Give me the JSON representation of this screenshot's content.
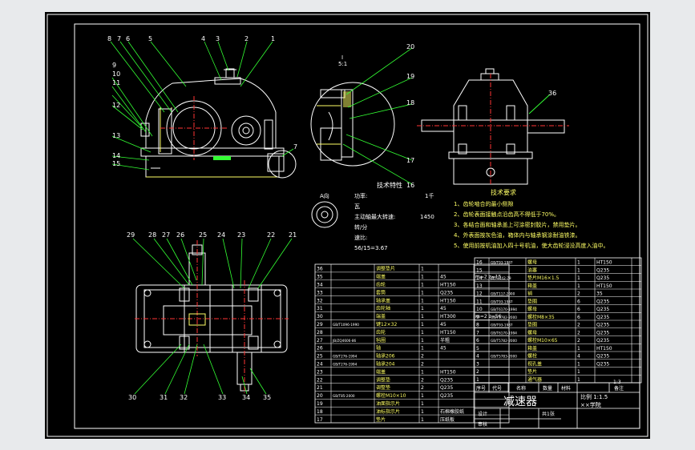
{
  "colors": {
    "sheet": "#000000",
    "border": "#ffffff",
    "leader": "#33ff33",
    "outline": "#ffffff",
    "accent": "#ffff66",
    "matte": "#e8eaec"
  },
  "front_callouts_top": [
    "8",
    "7",
    "6",
    "5",
    "4",
    "3",
    "2",
    "1"
  ],
  "front_callouts_left": [
    "9",
    "10",
    "11",
    "12",
    "13",
    "14",
    "15"
  ],
  "front_callout_right": "7",
  "plan_callouts_top": [
    "29",
    "28",
    "27",
    "26",
    "25",
    "24",
    "23",
    "22",
    "21"
  ],
  "plan_callouts_bottom": [
    "30",
    "31",
    "32",
    "33",
    "34",
    "35"
  ],
  "detail": {
    "title": "I",
    "scale": "5:1",
    "callouts": [
      "20",
      "19",
      "18",
      "17",
      "16"
    ]
  },
  "side_callout": "36",
  "section_a_label": "A向",
  "tech_specs": {
    "title": "技术特性",
    "rows": [
      {
        "label": "功率:",
        "value": "1千"
      },
      {
        "label": "瓦",
        "value": ""
      },
      {
        "label": "主动轴最大转速:",
        "value": "1450"
      },
      {
        "label": "转/分",
        "value": ""
      },
      {
        "label": "速比:",
        "value": ""
      },
      {
        "label": "56/15=3.67",
        "value": ""
      }
    ]
  },
  "tech_requirements": {
    "title": "技术要求",
    "items": [
      "1、齿轮啮合的最小侧隙",
      "2、齿轮表面接触点沿齿高不得低于70%。",
      "3、各结合面和轴承盖上可涂密封胶片，禁用垫片。",
      "4、外表面按灰色油，箱体内与轴承钢涂耐油铁漆。",
      "5、使用前按机油加入四十号机油，使大齿轮浸没高度入油中。"
    ]
  },
  "bom_left": [
    [
      "36",
      "",
      "调整垫片",
      "1",
      "",
      ""
    ],
    [
      "35",
      "",
      "端盖",
      "1",
      "45",
      "m=2 z=15"
    ],
    [
      "34",
      "",
      "齿轮",
      "1",
      "HT150",
      ""
    ],
    [
      "33",
      "",
      "套筒",
      "1",
      "Q235",
      ""
    ],
    [
      "32",
      "",
      "轴承盖",
      "1",
      "HT150",
      ""
    ],
    [
      "31",
      "",
      "齿轮轴",
      "1",
      "45",
      ""
    ],
    [
      "30",
      "",
      "端盖",
      "1",
      "HT300",
      "m=2 z=56"
    ],
    [
      "29",
      "GB/T1096-1990",
      "键12×32",
      "1",
      "45",
      ""
    ],
    [
      "28",
      "",
      "齿轮",
      "1",
      "HT150",
      ""
    ],
    [
      "27",
      "JB/ZQ4606-86",
      "毡圈",
      "1",
      "半粗",
      ""
    ],
    [
      "26",
      "",
      "轴",
      "1",
      "45",
      ""
    ],
    [
      "25",
      "GB/T276-1994",
      "轴承206",
      "2",
      "",
      ""
    ],
    [
      "24",
      "GB/T276-1994",
      "轴承204",
      "2",
      "",
      ""
    ],
    [
      "23",
      "",
      "端盖",
      "1",
      "HT150",
      ""
    ],
    [
      "22",
      "",
      "调整垫",
      "2",
      "Q235",
      ""
    ],
    [
      "21",
      "",
      "调整垫",
      "2",
      "Q235",
      ""
    ],
    [
      "20",
      "GB/T85-2000",
      "螺栓M10×10",
      "1",
      "Q235",
      ""
    ],
    [
      "19",
      "",
      "油面指示片",
      "1",
      "",
      ""
    ],
    [
      "18",
      "",
      "油标指示片",
      "1",
      "石棉橡胶纸",
      ""
    ],
    [
      "17",
      "",
      "垫片",
      "1",
      "压纸板",
      ""
    ]
  ],
  "bom_right": [
    [
      "16",
      "GB/T93-1987",
      "螺母",
      "1",
      "HT150",
      ""
    ],
    [
      "15",
      "",
      "油塞",
      "1",
      "Q235",
      ""
    ],
    [
      "14",
      "JB/T3142-79",
      "垫片M16×1.5",
      "1",
      "Q235",
      ""
    ],
    [
      "13",
      "",
      "箱盖",
      "1",
      "HT150",
      ""
    ],
    [
      "12",
      "GB/T117-2000",
      "销",
      "2",
      "35",
      ""
    ],
    [
      "11",
      "GB/T93-1987",
      "垫圈",
      "6",
      "Q235",
      ""
    ],
    [
      "10",
      "GB/T6170-1994",
      "螺母",
      "6",
      "Q235",
      ""
    ],
    [
      "9",
      "GB/T5782-2000",
      "螺栓M8×35",
      "6",
      "Q235",
      ""
    ],
    [
      "8",
      "GB/T93-1987",
      "垫圈",
      "2",
      "Q235",
      ""
    ],
    [
      "7",
      "GB/T6170-1994",
      "螺母",
      "2",
      "Q235",
      ""
    ],
    [
      "6",
      "GB/T5782-2000",
      "螺栓M10×65",
      "2",
      "Q235",
      ""
    ],
    [
      "5",
      "",
      "箱盖",
      "1",
      "HT150",
      ""
    ],
    [
      "4",
      "GB/T5783-2000",
      "螺栓",
      "4",
      "Q235",
      ""
    ],
    [
      "3",
      "",
      "视孔盖",
      "1",
      "Q235",
      ""
    ],
    [
      "2",
      "",
      "垫片",
      "1",
      "",
      ""
    ],
    [
      "1",
      "",
      "通气器",
      "1",
      "",
      ""
    ]
  ],
  "title_block": {
    "headers": [
      "序号",
      "代号",
      "名称",
      "数量",
      "材料",
      "备注"
    ],
    "name": "减速器",
    "scale_label": "比例 1:1.5",
    "qty_label": "1:3",
    "school": "××学院",
    "designer": "设计",
    "checker": "审核",
    "sheet_label": "共1张"
  }
}
